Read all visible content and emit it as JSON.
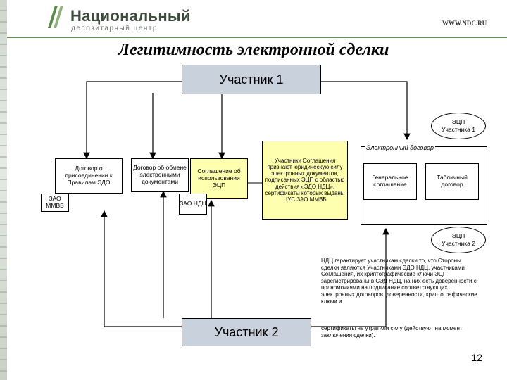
{
  "header": {
    "logo_name": "Национальный",
    "logo_sub": "депозитарный центр",
    "site": "WWW.NDC.RU"
  },
  "title": "Легитимность электронной сделки",
  "participant1": "Участник 1",
  "participant2": "Участник 2",
  "ecp1": [
    "ЭЦП",
    "Участника 1"
  ],
  "ecp2": [
    "ЭЦП",
    "Участника 2"
  ],
  "boxes": {
    "accession": "Договор о присоединении к Правилам ЭДО",
    "mmvb": "ЗАО ММВБ",
    "exchange": "Договор об обмене электронными документами",
    "agreement": "Соглашение об использовании ЭЦП",
    "ndc": "ЗАО НДЦ",
    "parties_note": "Участники Соглашения признают юридическую силу электронных документов, подписанных ЭЦП с областью действия «ЭДО НДЦ», сертификаты которых выданы ЦУС ЗАО ММВБ"
  },
  "electronic_contract": {
    "label": "Электронный договор",
    "general": "Генеральное соглашение",
    "table": "Табличный договор"
  },
  "guarantee_text": "НДЦ гарантирует участникам сделки то, что Стороны сделки являются Участниками ЭДО НДЦ, участниками Соглашения, их криптографические ключи ЭЦП зарегистрированы в СЭД НДЦ, на них есть доверенности с полномочиями на подписание соответствующих электронных договоров, доверенности, криптографические ключи и",
  "guarantee_tail": "сертификаты не утратили силу (действуют на момент заключения сделки).",
  "page_number": "12",
  "colors": {
    "participant_fill": "#c9d1dd",
    "note_fill": "#ffffb0",
    "title_rule": "#6a8a5a"
  }
}
